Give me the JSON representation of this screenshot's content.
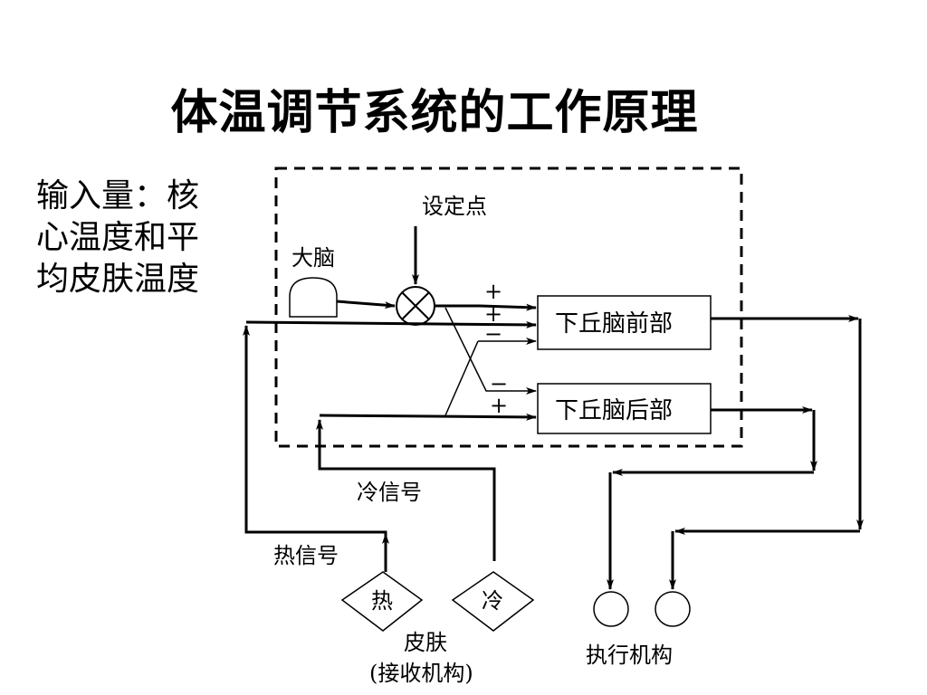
{
  "title": "体温调节系统的工作原理",
  "input_description": "输入量：核心温度和平均皮肤温度",
  "labels": {
    "setpoint": "设定点",
    "brain": "大脑",
    "anterior_hypothalamus": "下丘脑前部",
    "posterior_hypothalamus": "下丘脑后部",
    "cold_signal": "冷信号",
    "heat_signal": "热信号",
    "heat_receptor": "热",
    "cold_receptor": "冷",
    "skin": "皮肤",
    "receptor": "(接收机构)",
    "effector": "执行机构"
  },
  "signs": {
    "anterior_top": "+",
    "anterior_mid": "+",
    "anterior_bottom": "−",
    "posterior_top": "−",
    "posterior_bottom": "+"
  }
}
